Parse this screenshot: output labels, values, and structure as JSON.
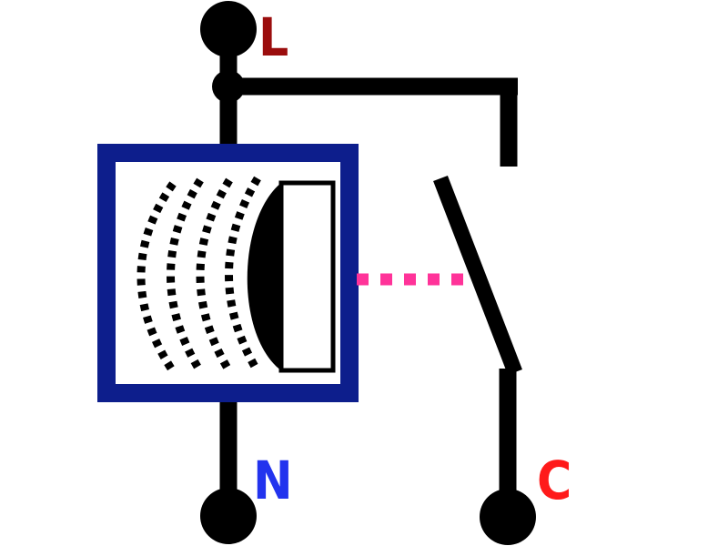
{
  "terminals": {
    "live": {
      "label": "L",
      "color": "#9b0d0d"
    },
    "neutral": {
      "label": "N",
      "color": "#2233ee"
    },
    "common": {
      "label": "C",
      "color": "#ff1a1a"
    }
  },
  "colors": {
    "wire": "#000000",
    "device_frame": "#0d1e8c",
    "linkage": "#ff3399",
    "background": "#ffffff"
  },
  "icons": {
    "device": "sensor-with-waves-icon",
    "switch": "open-switch-contact-icon",
    "linkage": "dotted-actuation-link"
  }
}
